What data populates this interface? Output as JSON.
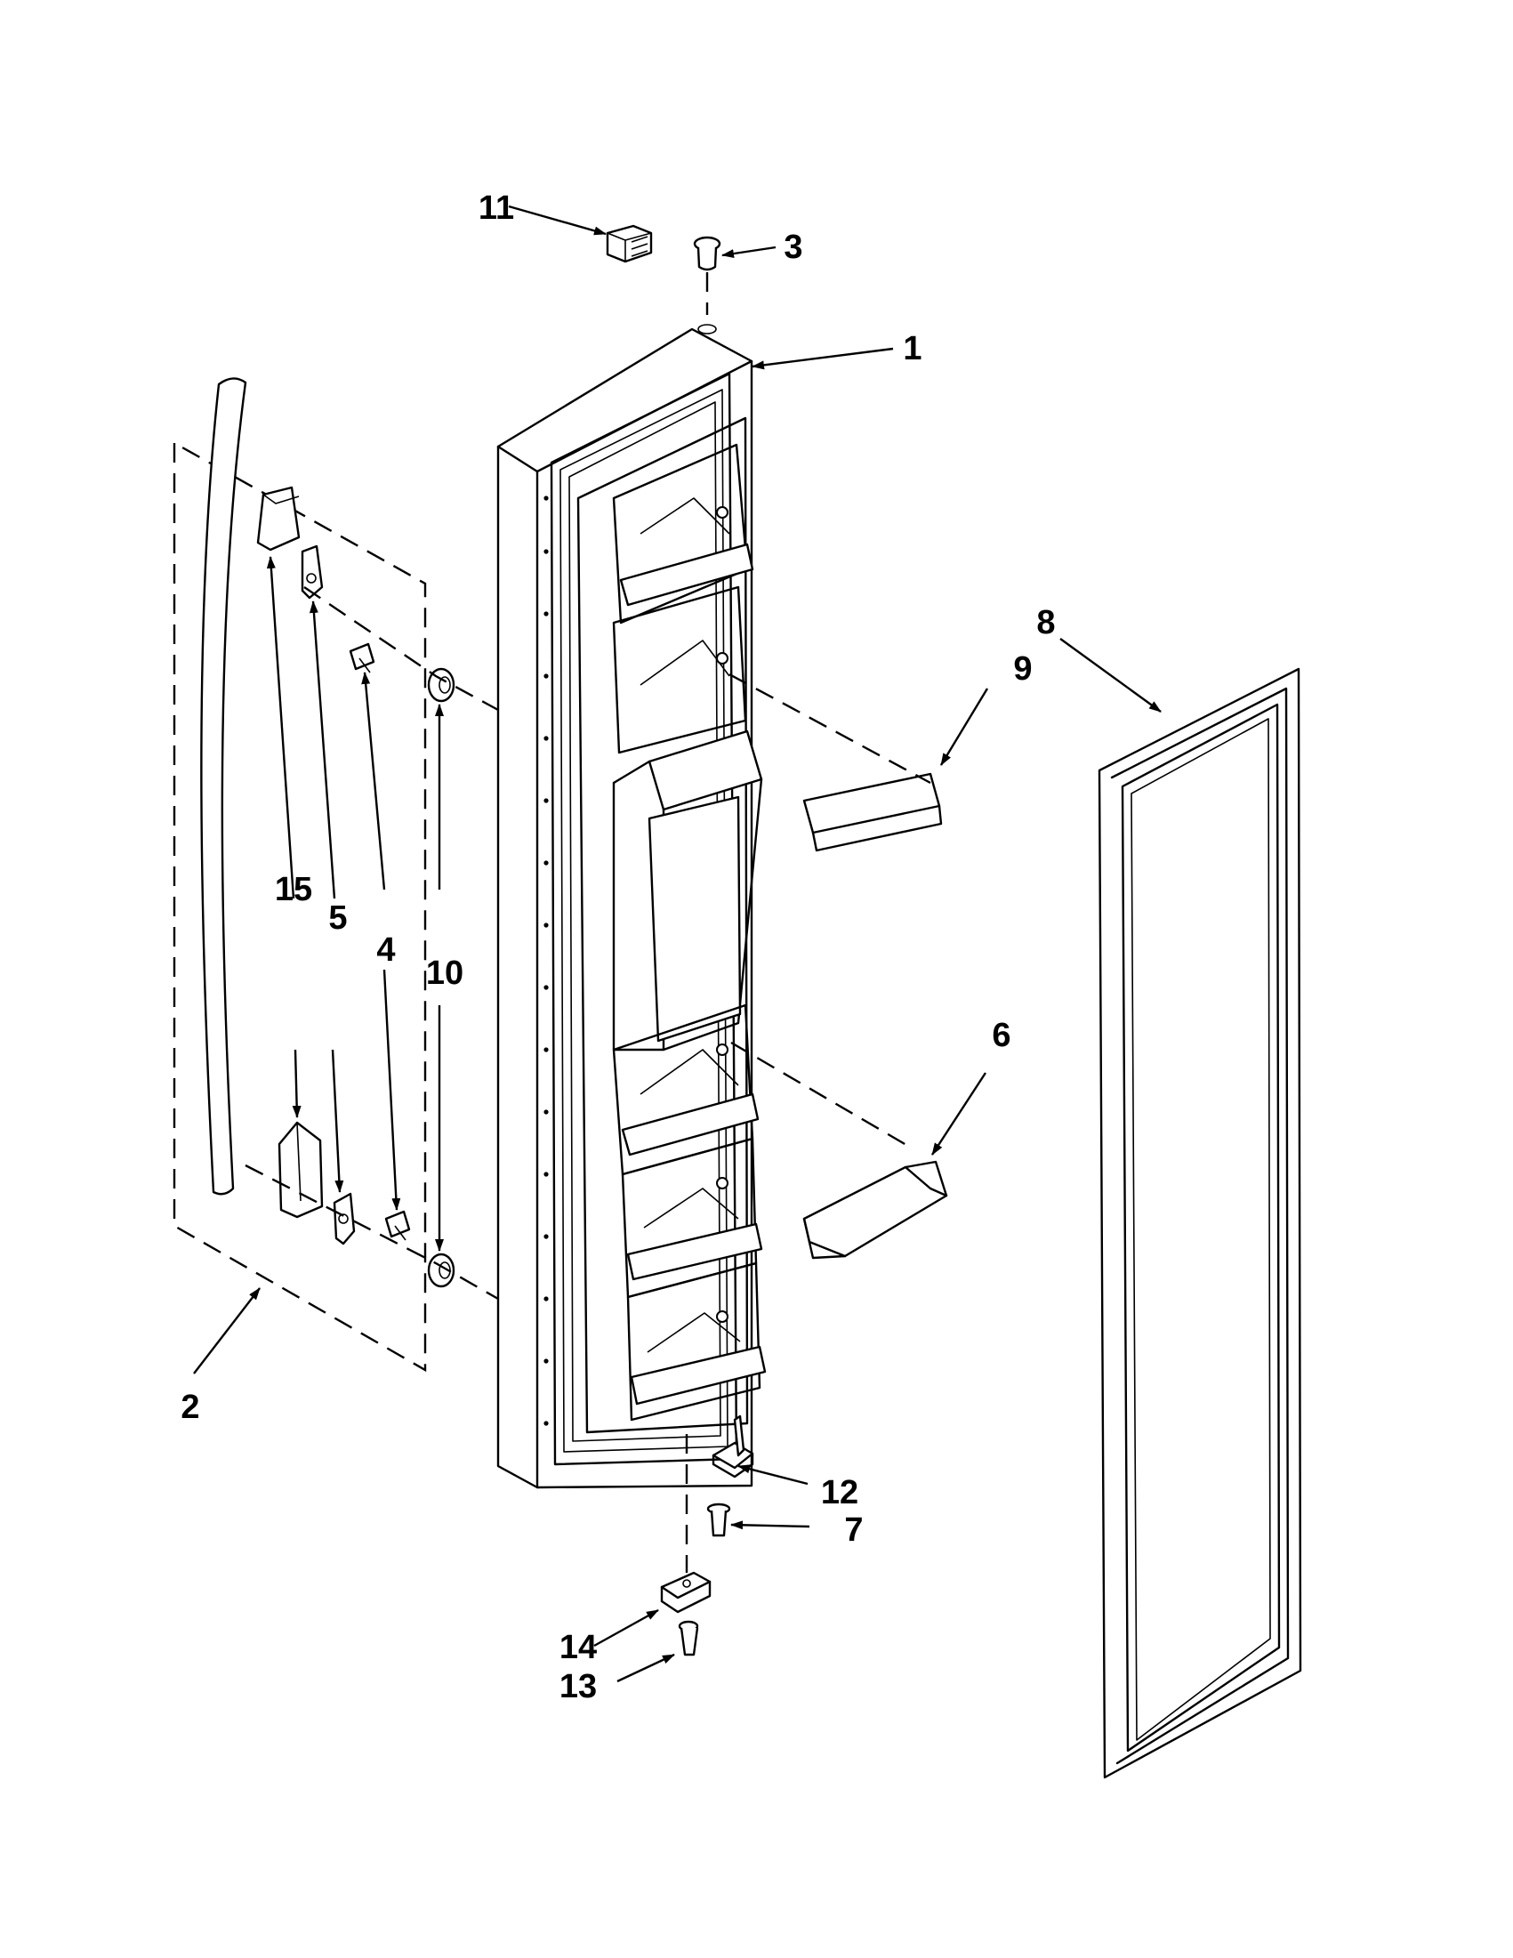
{
  "callouts": {
    "c1": "1",
    "c2": "2",
    "c3": "3",
    "c4": "4",
    "c5a": "5",
    "c6": "6",
    "c7": "7",
    "c8": "8",
    "c9": "9",
    "c10": "10",
    "c11": "11",
    "c12": "12",
    "c13": "13",
    "c14": "14",
    "c15": "15"
  }
}
